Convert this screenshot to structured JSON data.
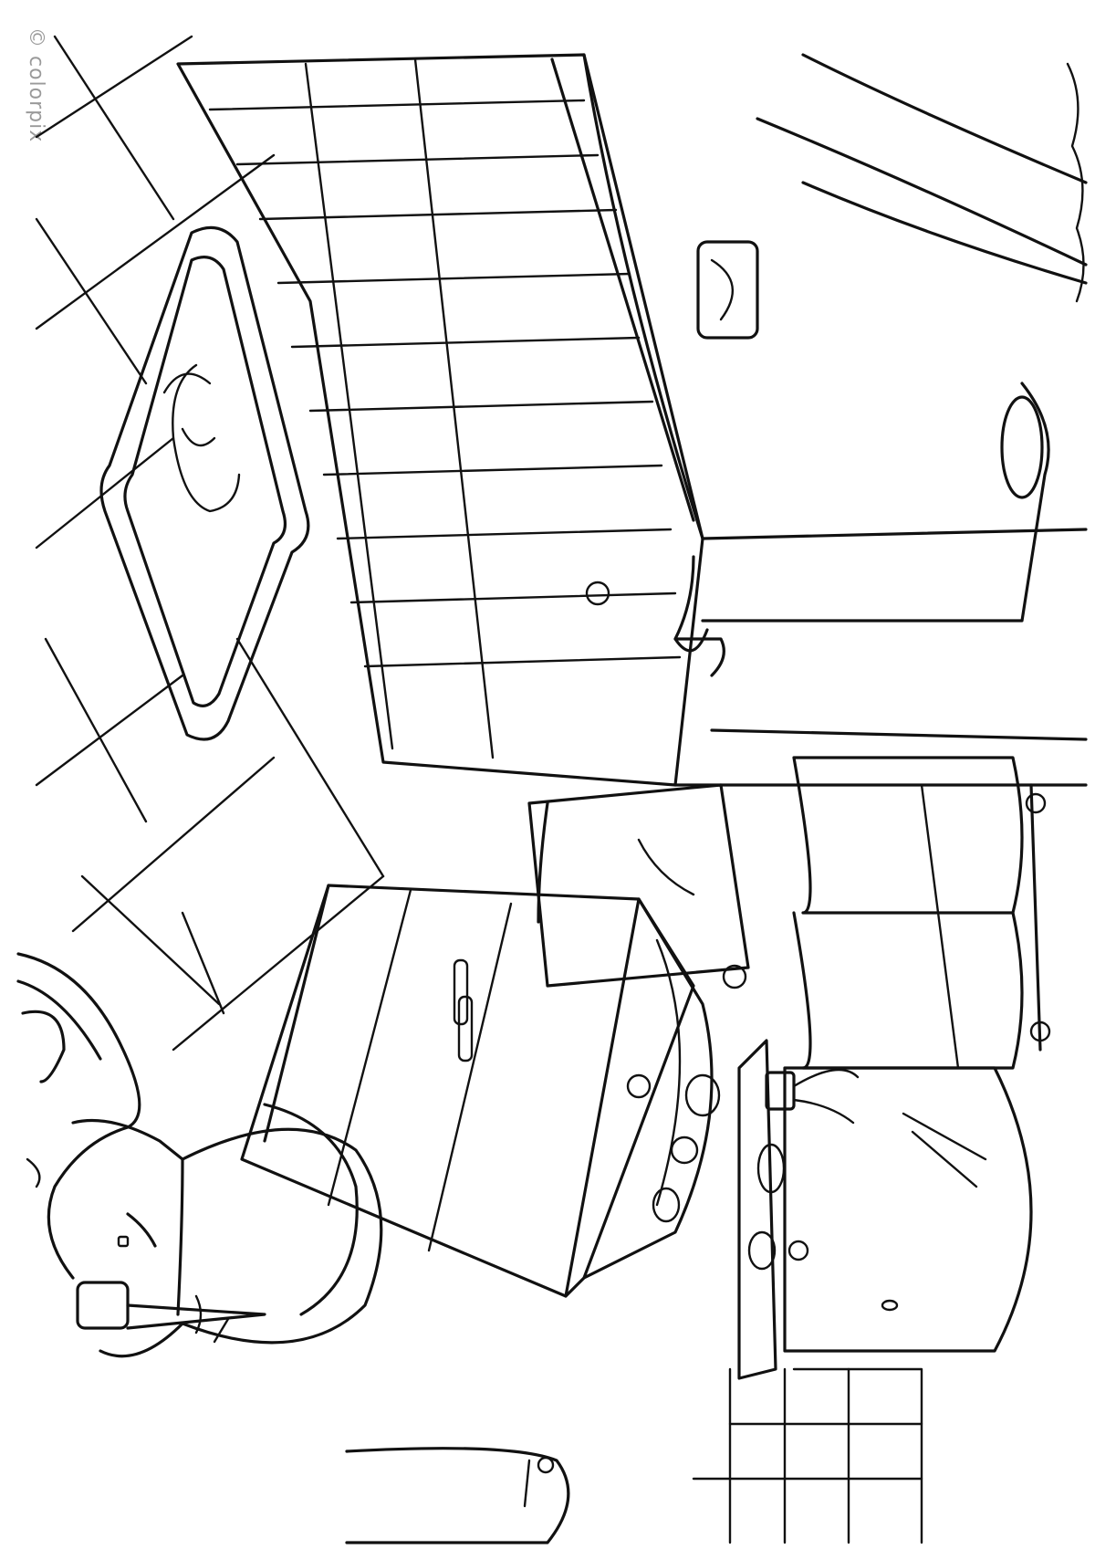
{
  "artwork": {
    "title": "Bathroom coloring page",
    "style": "black line art on white",
    "orientation": "rotated 90 degrees",
    "watermark": "© colorpix",
    "stroke_color": "#111111",
    "background_color": "#ffffff",
    "objects": [
      "bathtub",
      "bath mat",
      "floor tiles",
      "wall tiles",
      "shower curtain",
      "shower head",
      "soap dish",
      "towels on rail",
      "laundry basket",
      "vanity cabinet with sink",
      "mirror",
      "shelf with cup and toothbrushes",
      "toilet",
      "rug",
      "toilet brush"
    ]
  }
}
